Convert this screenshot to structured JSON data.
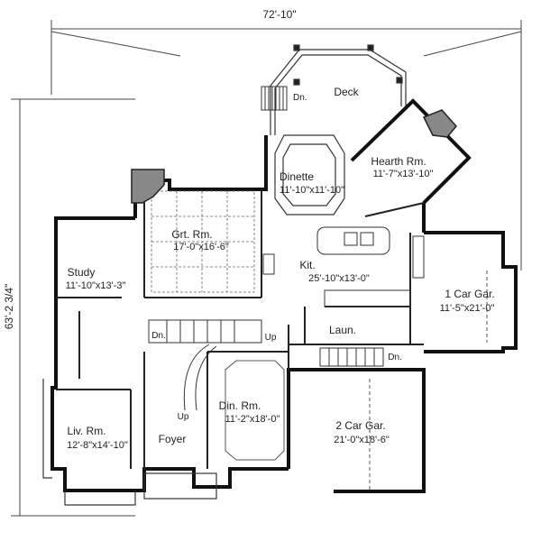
{
  "dimensions": {
    "width": "72'-10\"",
    "depth": "63'-2 3/4\""
  },
  "rooms": {
    "deck": {
      "name": "Deck"
    },
    "hearth": {
      "name": "Hearth Rm.",
      "size": "11'-7\"x13'-10\""
    },
    "dinette": {
      "name": "Dinette",
      "size": "11'-10\"x11'-10\""
    },
    "great": {
      "name": "Grt. Rm.",
      "size": "17'-0\"x16'-6\""
    },
    "study": {
      "name": "Study",
      "size": "11'-10\"x13'-3\""
    },
    "kitchen": {
      "name": "Kit.",
      "size": "25'-10\"x13'-0\""
    },
    "garage1": {
      "name": "1 Car Gar.",
      "size": "11'-5\"x21'-0\""
    },
    "laundry": {
      "name": "Laun."
    },
    "dining": {
      "name": "Din. Rm.",
      "size": "11'-2\"x18'-0\""
    },
    "garage2": {
      "name": "2 Car Gar.",
      "size": "21'-0\"x18'-6\""
    },
    "living": {
      "name": "Liv. Rm.",
      "size": "12'-8\"x14'-10\""
    },
    "foyer": {
      "name": "Foyer"
    }
  },
  "stairs": {
    "deck_down": "Dn.",
    "main_down": "Dn.",
    "main_up": "Up",
    "foyer_up": "Up",
    "garage_down": "Dn."
  }
}
